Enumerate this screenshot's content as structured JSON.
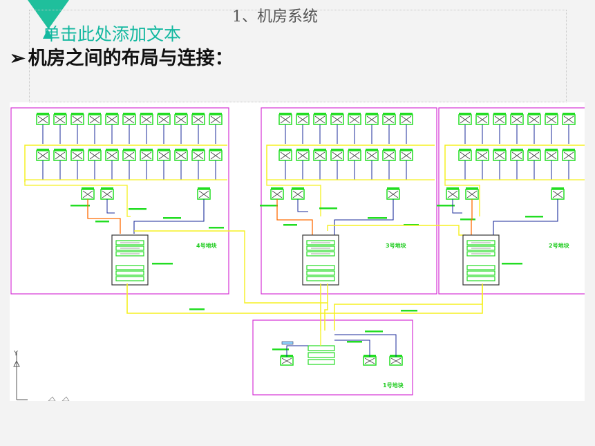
{
  "slide": {
    "title": "1、机房系统",
    "placeholder": "单击此处添加文本",
    "bullet_symbol": "➢",
    "bullet_text": "机房之间的布局与连接："
  },
  "diagram": {
    "blocks": [
      {
        "id": "b4",
        "label": "4号地块"
      },
      {
        "id": "b3",
        "label": "3号地块"
      },
      {
        "id": "b2",
        "label": "2号地块"
      },
      {
        "id": "b1",
        "label": "1号地块"
      }
    ],
    "axis_label": "Y",
    "colors": {
      "block_border": "#d633d6",
      "device": "#22dd22",
      "cable_yellow": "#f5f020",
      "cable_blue": "#1a2a9a",
      "cable_orange": "#ff6a00",
      "rack_border": "#333333"
    }
  }
}
